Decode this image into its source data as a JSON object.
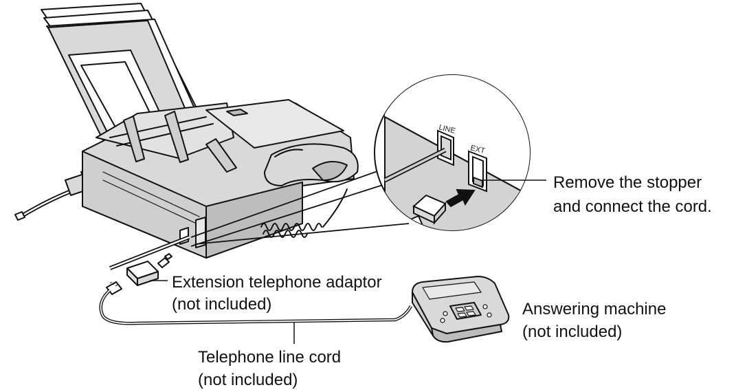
{
  "callouts": {
    "stopper": {
      "line1": "Remove the stopper",
      "line2": "and connect the cord."
    },
    "adaptor": {
      "line1": "Extension telephone adaptor",
      "line2": "(not included)"
    },
    "answering": {
      "line1": "Answering machine",
      "line2": "(not included)"
    },
    "cord": {
      "line1": "Telephone line cord",
      "line2": "(not included)"
    }
  },
  "jacks": {
    "line": "LINE",
    "ext": "EXT"
  },
  "colors": {
    "body": "#d9d9d9",
    "shade": "#bdbdbd",
    "dark": "#8f8f8f",
    "ink": "#111111"
  },
  "icons": [
    "fax-machine-illustration",
    "zoom-circle",
    "phone-jack-icon",
    "answering-machine-illustration",
    "arrow-icon"
  ]
}
